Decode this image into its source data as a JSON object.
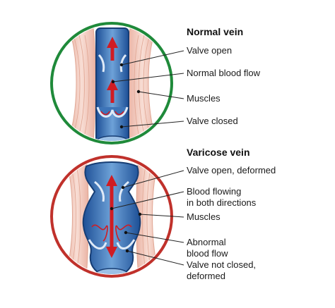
{
  "colors": {
    "normal_ring": "#1f8a3a",
    "varicose_ring": "#c0312b",
    "muscle": "#f3c9bd",
    "muscle_stroke": "#e0a693",
    "vein_dark": "#1d4f96",
    "vein_light": "#6ea2d8",
    "flow_arrow": "#d01c23"
  },
  "normal": {
    "title": "Normal vein",
    "labels": {
      "valve_open": "Valve open",
      "blood_flow": "Normal blood flow",
      "muscles": "Muscles",
      "valve_closed": "Valve closed"
    }
  },
  "varicose": {
    "title": "Varicose vein",
    "labels": {
      "valve_open_deformed": "Valve open, deformed",
      "flow_both_1": "Blood flowing",
      "flow_both_2": "in both directions",
      "muscles": "Muscles",
      "abnormal_1": "Abnormal",
      "abnormal_2": "blood flow",
      "not_closed_1": "Valve not closed,",
      "not_closed_2": "deformed"
    }
  }
}
